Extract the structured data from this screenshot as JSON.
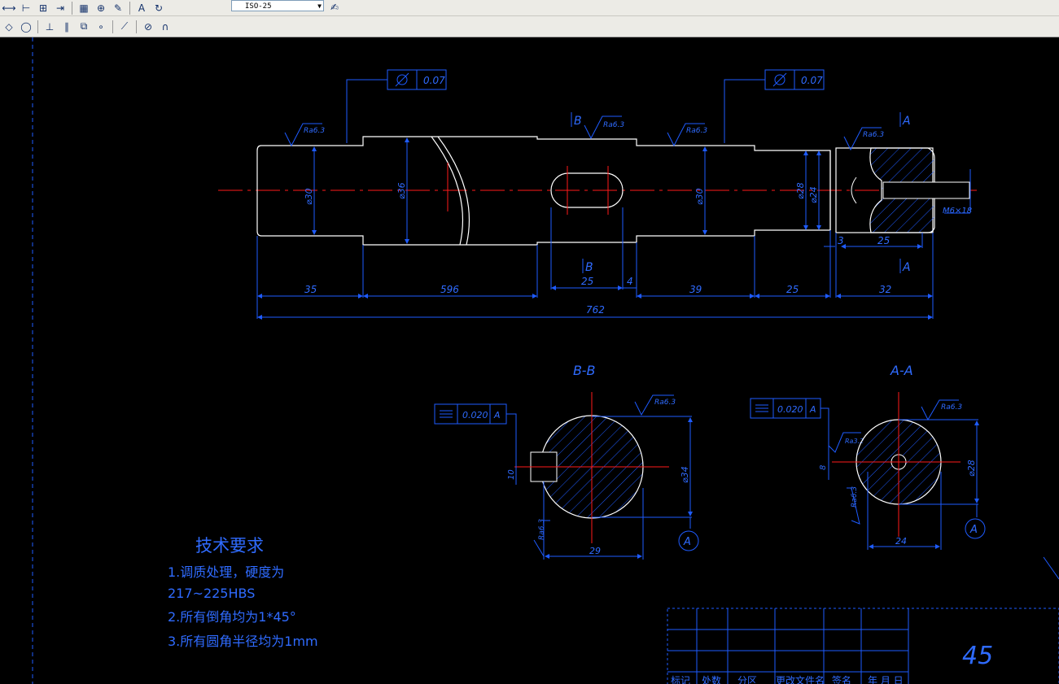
{
  "toolbar": {
    "top_buttons": [
      {
        "name": "dim-linear-icon",
        "glyph": "⟷"
      },
      {
        "name": "dim-baseline-icon",
        "glyph": "⊢"
      },
      {
        "name": "dim-continue-icon",
        "glyph": "⊞"
      },
      {
        "name": "dim-quick-leader-icon",
        "glyph": "⇥"
      },
      {
        "name": "tolerance-icon",
        "glyph": "▦"
      },
      {
        "name": "center-mark-icon",
        "glyph": "⊕"
      },
      {
        "name": "dim-edit-icon",
        "glyph": "✎"
      },
      {
        "name": "dim-text-edit-icon",
        "glyph": "A"
      },
      {
        "name": "dim-update-icon",
        "glyph": "↻"
      }
    ],
    "dim_style": "ISO-25",
    "bottom_buttons": [
      {
        "name": "endpoint-snap-icon",
        "glyph": "◇"
      },
      {
        "name": "circle-snap-icon",
        "glyph": "◯"
      },
      {
        "name": "perpendicular-snap-icon",
        "glyph": "⊥"
      },
      {
        "name": "parallel-snap-icon",
        "glyph": "∥"
      },
      {
        "name": "insert-snap-icon",
        "glyph": "⧉"
      },
      {
        "name": "node-snap-icon",
        "glyph": "∘"
      },
      {
        "name": "nearest-snap-icon",
        "glyph": "⟋"
      },
      {
        "name": "none-snap-icon",
        "glyph": "⊘"
      },
      {
        "name": "snap-settings-icon",
        "glyph": "∩"
      }
    ]
  },
  "drawing": {
    "colors": {
      "geometry": "#ffffff",
      "dims": "#1e5bff",
      "center": "#ff1a1a",
      "text": "#2f6bff"
    },
    "tol_main": [
      "0.07",
      "0.07"
    ],
    "roughness": "Ra6.3",
    "roughness_small": "Ra3.2",
    "section_b_marker": "B",
    "section_a_marker": "A",
    "dia_labels": [
      "⌀30",
      "⌀36",
      "⌀30",
      "⌀28",
      "⌀24"
    ],
    "thread_label": "M6×18",
    "dim_bottom": [
      "35",
      "596",
      "25",
      "4",
      "39",
      "25",
      "32"
    ],
    "dim_small": [
      "3",
      "25"
    ],
    "dim_total": "762",
    "section_bb_title": "B-B",
    "section_aa_title": "A-A",
    "tol_bb": "0.020",
    "tol_aa": "0.020",
    "datum": "A",
    "bb_dims": {
      "dia": "⌀34",
      "width": "29",
      "key": "10"
    },
    "aa_dims": {
      "dia": "⌀28",
      "width": "24",
      "key": "8"
    },
    "tech_title": "技术要求",
    "tech_lines": [
      "1.调质处理，硬度为",
      "217~225HBS",
      "2.所有倒角均为1*45°",
      "3.所有圆角半径均为1mm"
    ],
    "title_block": {
      "headers": [
        "标记",
        "处数",
        "分区",
        "更改文件名",
        "签名",
        "年 月 日"
      ],
      "material": "45"
    }
  }
}
